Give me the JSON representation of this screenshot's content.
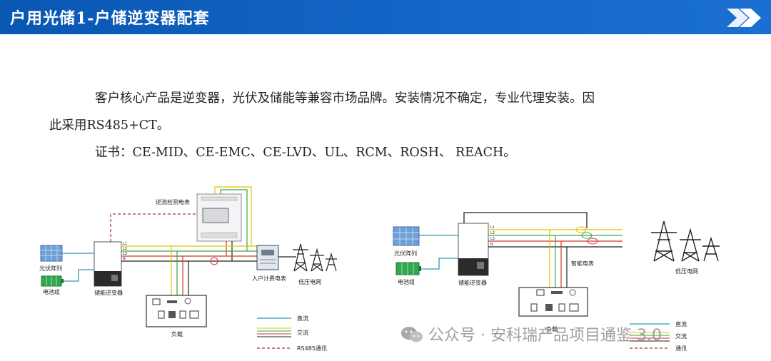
{
  "header": {
    "title": "户用光储1-户储逆变器配套"
  },
  "body": {
    "line1": "客户核心产品是逆变器，光伏及储能等兼容市场品牌。安装情况不确定，专业代理安装。因",
    "line2": "此采用RS485+CT。",
    "line3": "证书：CE-MID、CE-EMC、CE-LVD、UL、RCM、ROSH、 REACH。"
  },
  "diagram_left": {
    "reverse_meter": "逆流检测电表",
    "pv_array": "光伏阵列",
    "battery": "电池组",
    "inverter": "储能逆变器",
    "billing_meter": "入户计费电表",
    "grid": "低压电网",
    "load": "负载",
    "legend_dc": "直流",
    "legend_ac": "交流",
    "legend_rs485": "RS485通讯",
    "phase_labels": [
      "L1",
      "L2",
      "L3",
      "N"
    ]
  },
  "diagram_right": {
    "pv_array": "光伏阵列",
    "battery": "电池组",
    "inverter": "储能逆变器",
    "smart_meter": "智能电表",
    "grid": "低压电网",
    "load": "负载",
    "legend_dc": "直流",
    "legend_ac": "交流",
    "legend_comm": "通讯",
    "phase_labels": [
      "L1",
      "L2",
      "L3",
      "N"
    ]
  },
  "watermark": {
    "text": "公众号 · 安科瑞产品项目通鉴 3.0"
  },
  "colors": {
    "header": "#0a57b3",
    "dc": "#2e9ab4",
    "ac_yellow": "#e3c300",
    "ac_green": "#3aa64a",
    "ac_red": "#d23a2f",
    "ac_black": "#222222",
    "rs485": "#a8352c"
  }
}
